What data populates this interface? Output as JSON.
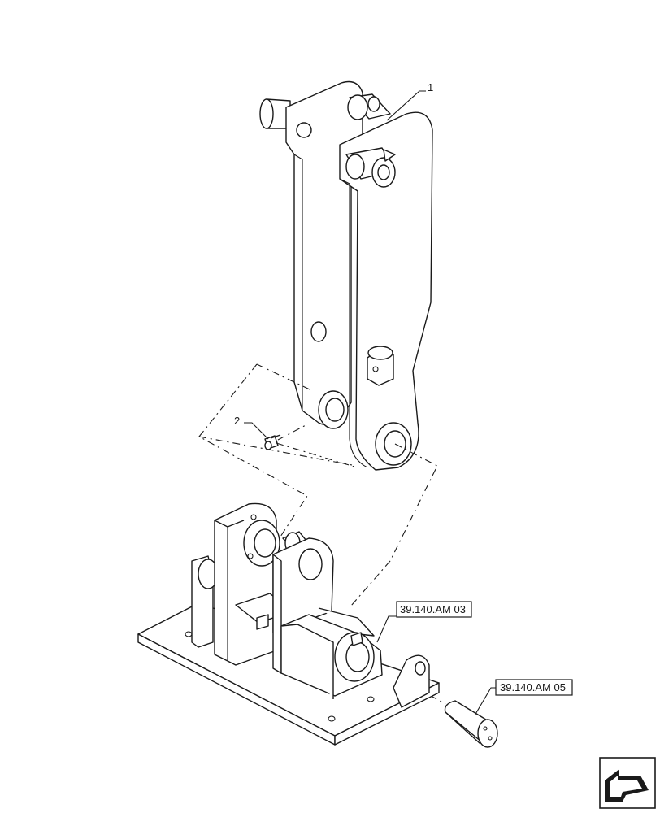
{
  "callouts": {
    "item_1": "1",
    "item_2": "2"
  },
  "references": {
    "ref_a": "39.140.AM 03",
    "ref_b": "39.140.AM 05"
  },
  "icons": {
    "nav_arrow": "navigation-arrow-icon"
  }
}
